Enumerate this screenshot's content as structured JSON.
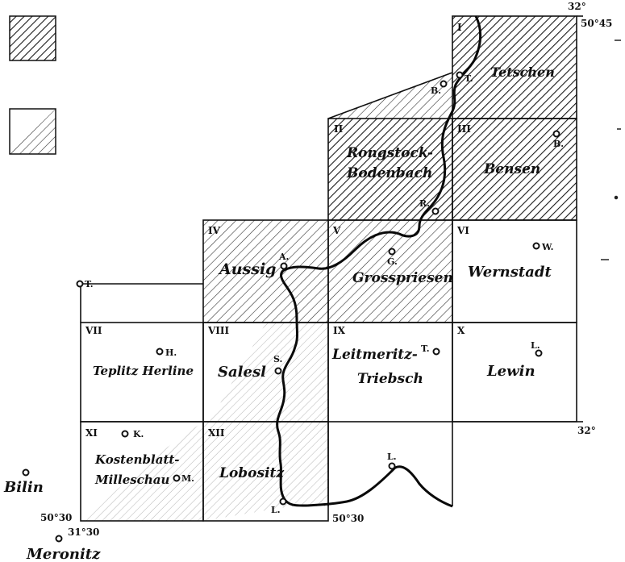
{
  "legend": {
    "dense_hatch_label": "",
    "partial_hatch_label": ""
  },
  "coordinates": {
    "top_right_lon": "32°",
    "top_right_lat": "50°45",
    "right_lon": "32°",
    "bottom_left_lat": "50°30",
    "bottom_left_lon": "31°30",
    "bottom_mid_lat": "50°30"
  },
  "sheets": [
    {
      "num": "I",
      "name": "Tetschen"
    },
    {
      "num": "II",
      "name_line1": "Rongstock-",
      "name_line2": "Bodenbach"
    },
    {
      "num": "III",
      "name": "Bensen"
    },
    {
      "num": "IV",
      "name": "Aussig"
    },
    {
      "num": "V",
      "name": "Grosspriesen"
    },
    {
      "num": "VI",
      "name": "Wernstadt"
    },
    {
      "num": "VII",
      "name": "Teplitz Herline"
    },
    {
      "num": "VIII",
      "name": "Salesl"
    },
    {
      "num": "IX",
      "name_line1": "Leitmeritz-",
      "name_line2": "Triebsch"
    },
    {
      "num": "X",
      "name": "Lewin"
    },
    {
      "num": "XI",
      "name_line1": "Kostenblatt-",
      "name_line2": "Milleschau"
    },
    {
      "num": "XII",
      "name": "Lobositz"
    }
  ],
  "points": [
    {
      "code": "T.",
      "where": "Tetschen"
    },
    {
      "code": "B.",
      "where": "Bodenbach"
    },
    {
      "code": "R.",
      "where": "Rongstock"
    },
    {
      "code": "B.",
      "where": "Bensen"
    },
    {
      "code": "A.",
      "where": "Aussig"
    },
    {
      "code": "G.",
      "where": "Grosspriesen"
    },
    {
      "code": "W.",
      "where": "Wernstadt"
    },
    {
      "code": "T.",
      "where": "Teplitz"
    },
    {
      "code": "H.",
      "where": "Herline"
    },
    {
      "code": "S.",
      "where": "Salesl"
    },
    {
      "code": "T.",
      "where": "Triebsch"
    },
    {
      "code": "L.",
      "where": "Lewin"
    },
    {
      "code": "K.",
      "where": "Kostenblatt"
    },
    {
      "code": "M.",
      "where": "Milleschau"
    },
    {
      "code": "L.",
      "where": "Lobositz"
    },
    {
      "code": "L.",
      "where": "Leitmeritz"
    }
  ],
  "outside_places": {
    "bilin": "Bilin",
    "meronitz": "Meronitz"
  }
}
